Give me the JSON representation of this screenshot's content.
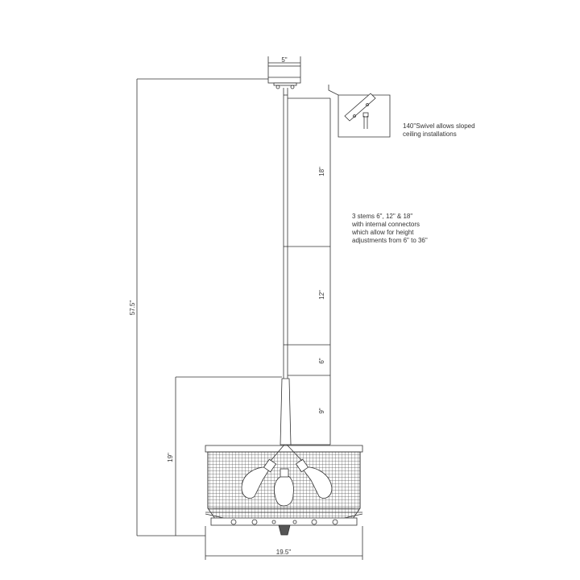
{
  "dimensions": {
    "canopy_width": "5\"",
    "overall_height": "57.5\"",
    "stem_18": "18\"",
    "stem_12": "12\"",
    "stem_6": "6\"",
    "base_stem": "9\"",
    "fixture_height": "19\"",
    "fixture_width": "19.5\""
  },
  "notes": {
    "swivel": [
      "140\"Swivel allows sloped",
      "ceiling installations"
    ],
    "stems": [
      "3 stems 6\", 12\" & 18\"",
      "with internal connectors",
      "which allow for height",
      "adjustments from 6\" to 36\""
    ]
  },
  "colors": {
    "line": "#333333",
    "mesh": "#555555"
  }
}
